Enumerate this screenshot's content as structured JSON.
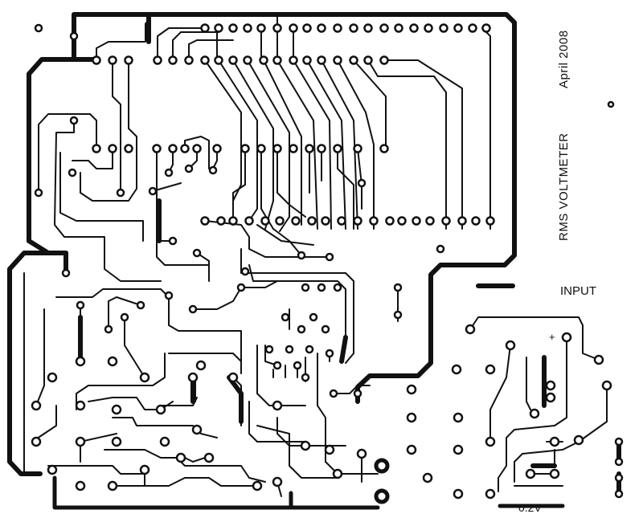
{
  "labels": {
    "title": "RMS  VOLTMETER",
    "date": "April 2008",
    "input": "INPUT",
    "plus": "+",
    "range": "0.2V"
  },
  "colors": {
    "copper": "#111111",
    "board": "#ffffff"
  }
}
